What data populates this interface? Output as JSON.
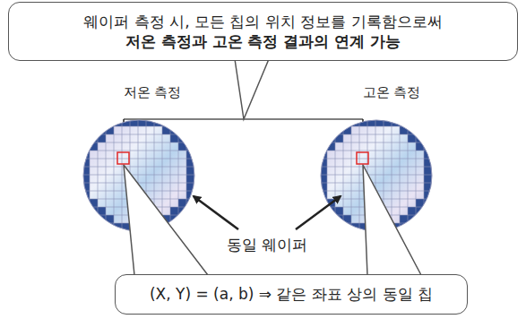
{
  "diagram": {
    "nodes": [
      {
        "text": [
          "웨이퍼 측정 시, 모든 칩의 위치 정보를 기록함으로써",
          "저온 측정과 고온 측정 결과의 연계 가능"
        ]
      },
      {
        "text": [
          "(X, Y) = (a, b) ⇒ 같은 좌표 상의 동일 칩"
        ]
      }
    ],
    "labels": [
      "저온 측정",
      "고온 측정",
      "동일 웨이퍼"
    ]
  }
}
